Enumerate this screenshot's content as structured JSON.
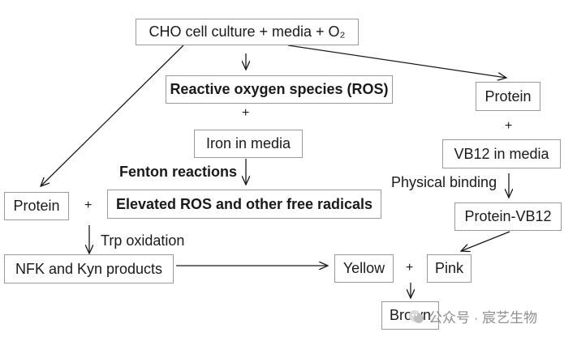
{
  "nodes": {
    "cho": "CHO cell culture + media + O₂",
    "ros": "Reactive oxygen species (ROS)",
    "iron": "Iron in media",
    "elevated_ros": "Elevated ROS and other free radicals",
    "protein_left": "Protein",
    "nfk": "NFK and Kyn products",
    "protein_right": "Protein",
    "vb12": "VB12 in media",
    "protein_vb12": "Protein-VB12",
    "yellow": "Yellow",
    "pink": "Pink",
    "brown": "Brown"
  },
  "labels": {
    "fenton": "Fenton reactions",
    "trp": "Trp oxidation",
    "physical": "Physical binding",
    "plus": "+"
  },
  "watermark": "公众号 · 宸艺生物"
}
